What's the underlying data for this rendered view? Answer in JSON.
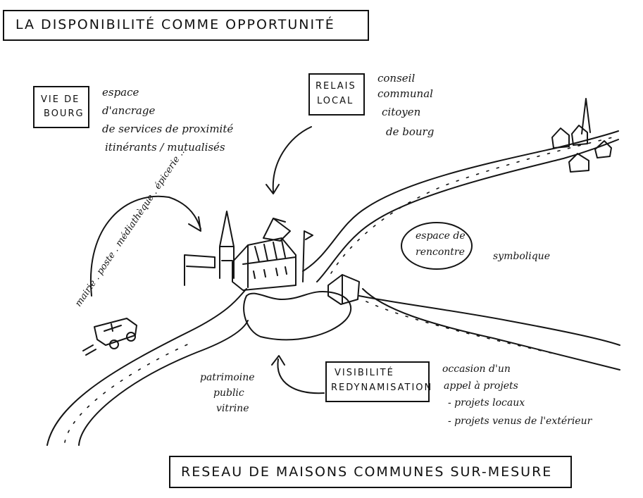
{
  "title": "LA DISPONIBILITÉ COMME OPPORTUNITÉ",
  "footer": "RESEAU DE MAISONS COMMUNES SUR-MESURE",
  "vie_de_bourg": {
    "box_line1": "VIE DE",
    "box_line2": "BOURG",
    "note_line1": "espace",
    "note_line2": "d'ancrage",
    "note_line3": "de services de proximité",
    "note_line4": "itinérants / mutualisés"
  },
  "relais_local": {
    "box_line1": "RELAIS",
    "box_line2": "LOCAL",
    "note_line1": "conseil",
    "note_line2": "communal",
    "note_line3": "citoyen",
    "note_line4": "de bourg"
  },
  "services_arc": "mairie . poste . médiathèque . épicerie ...",
  "rencontre": {
    "bubble_line1": "espace de",
    "bubble_line2": "rencontre",
    "side_note": "symbolique"
  },
  "visibilite": {
    "box_line1": "VISIBILITÉ",
    "box_line2": "REDYNAMISATION",
    "note_line1": "occasion d'un",
    "note_line2": "appel à projets",
    "note_line3": "- projets locaux",
    "note_line4": "- projets venus de l'extérieur"
  },
  "patrimoine": {
    "line1": "patrimoine",
    "line2": "public",
    "line3": "vitrine"
  }
}
